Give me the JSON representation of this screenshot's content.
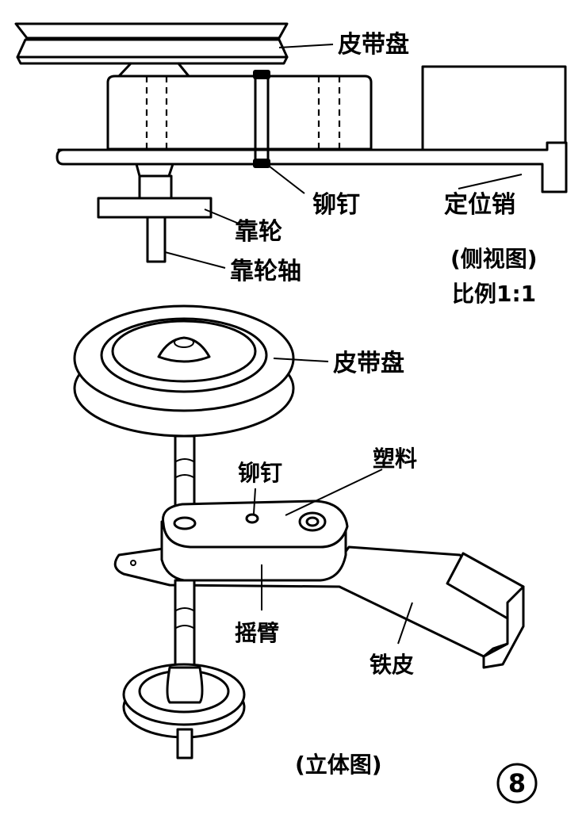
{
  "side_view": {
    "caption": "(侧视图)",
    "scale": "比例1:1",
    "labels": {
      "belt_pulley": "皮带盘",
      "rivet": "铆钉",
      "locating_pin": "定位销",
      "idler_wheel": "靠轮",
      "idler_shaft": "靠轮轴"
    }
  },
  "iso_view": {
    "caption": "(立体图)",
    "labels": {
      "belt_pulley": "皮带盘",
      "rivet": "铆钉",
      "plastic": "塑料",
      "rocker_arm": "摇臂",
      "iron_sheet": "铁皮"
    }
  },
  "figure_number": "8"
}
